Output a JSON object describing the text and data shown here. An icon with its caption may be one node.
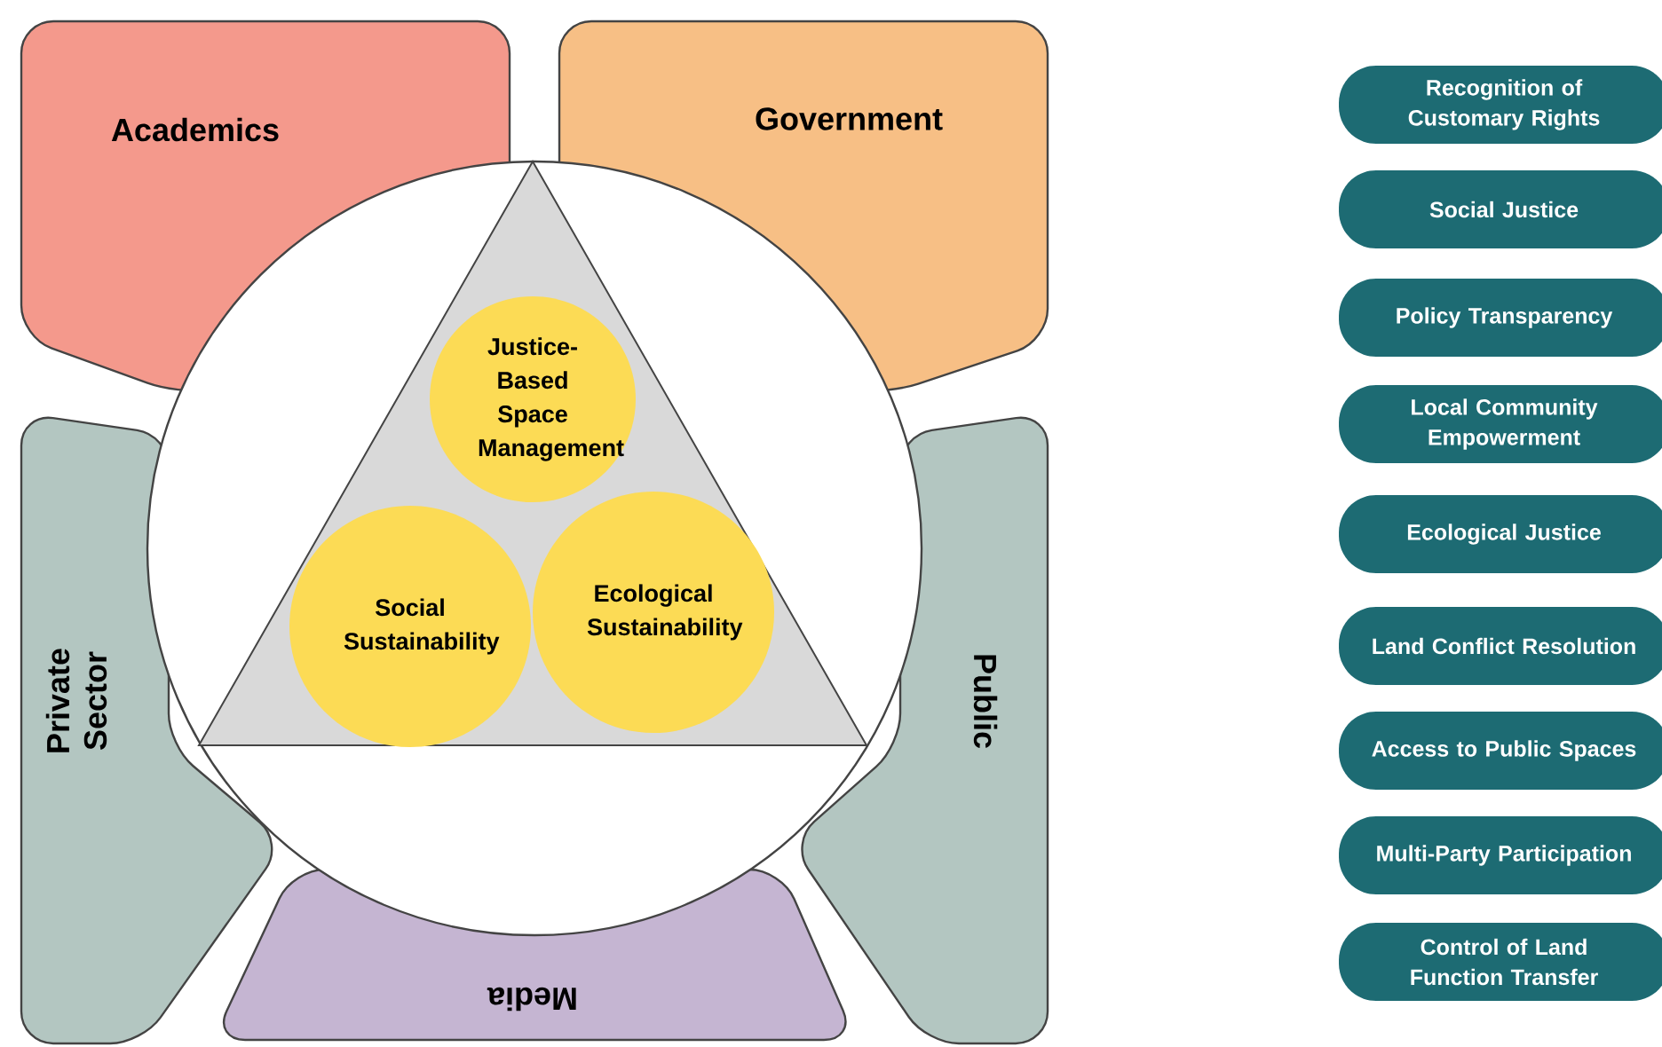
{
  "diagram": {
    "nodes": [
      {
        "text": [
          "Academics"
        ]
      },
      {
        "text": [
          "Government"
        ]
      },
      {
        "text": [
          "Private Sector"
        ]
      },
      {
        "text": [
          "Public"
        ]
      },
      {
        "text": [
          "Media"
        ]
      },
      {
        "text": [
          "Justice- Based Space Management"
        ]
      },
      {
        "text": [
          "Social Sustainability"
        ]
      },
      {
        "text": [
          "Ecological Sustainability"
        ]
      },
      {
        "text": [
          "Recognition of Customary Rights"
        ]
      },
      {
        "text": [
          "Social Justice"
        ]
      },
      {
        "text": [
          "Policy Transparency"
        ]
      },
      {
        "text": [
          "Local Community Empowerment"
        ]
      },
      {
        "text": [
          "Ecological Justice"
        ]
      },
      {
        "text": [
          "Land Conflict Resolution"
        ]
      },
      {
        "text": [
          "Access to Public Spaces"
        ]
      },
      {
        "text": [
          "Multi-Party Participation"
        ]
      },
      {
        "text": [
          "Control of Land Function Transfer"
        ]
      }
    ]
  }
}
